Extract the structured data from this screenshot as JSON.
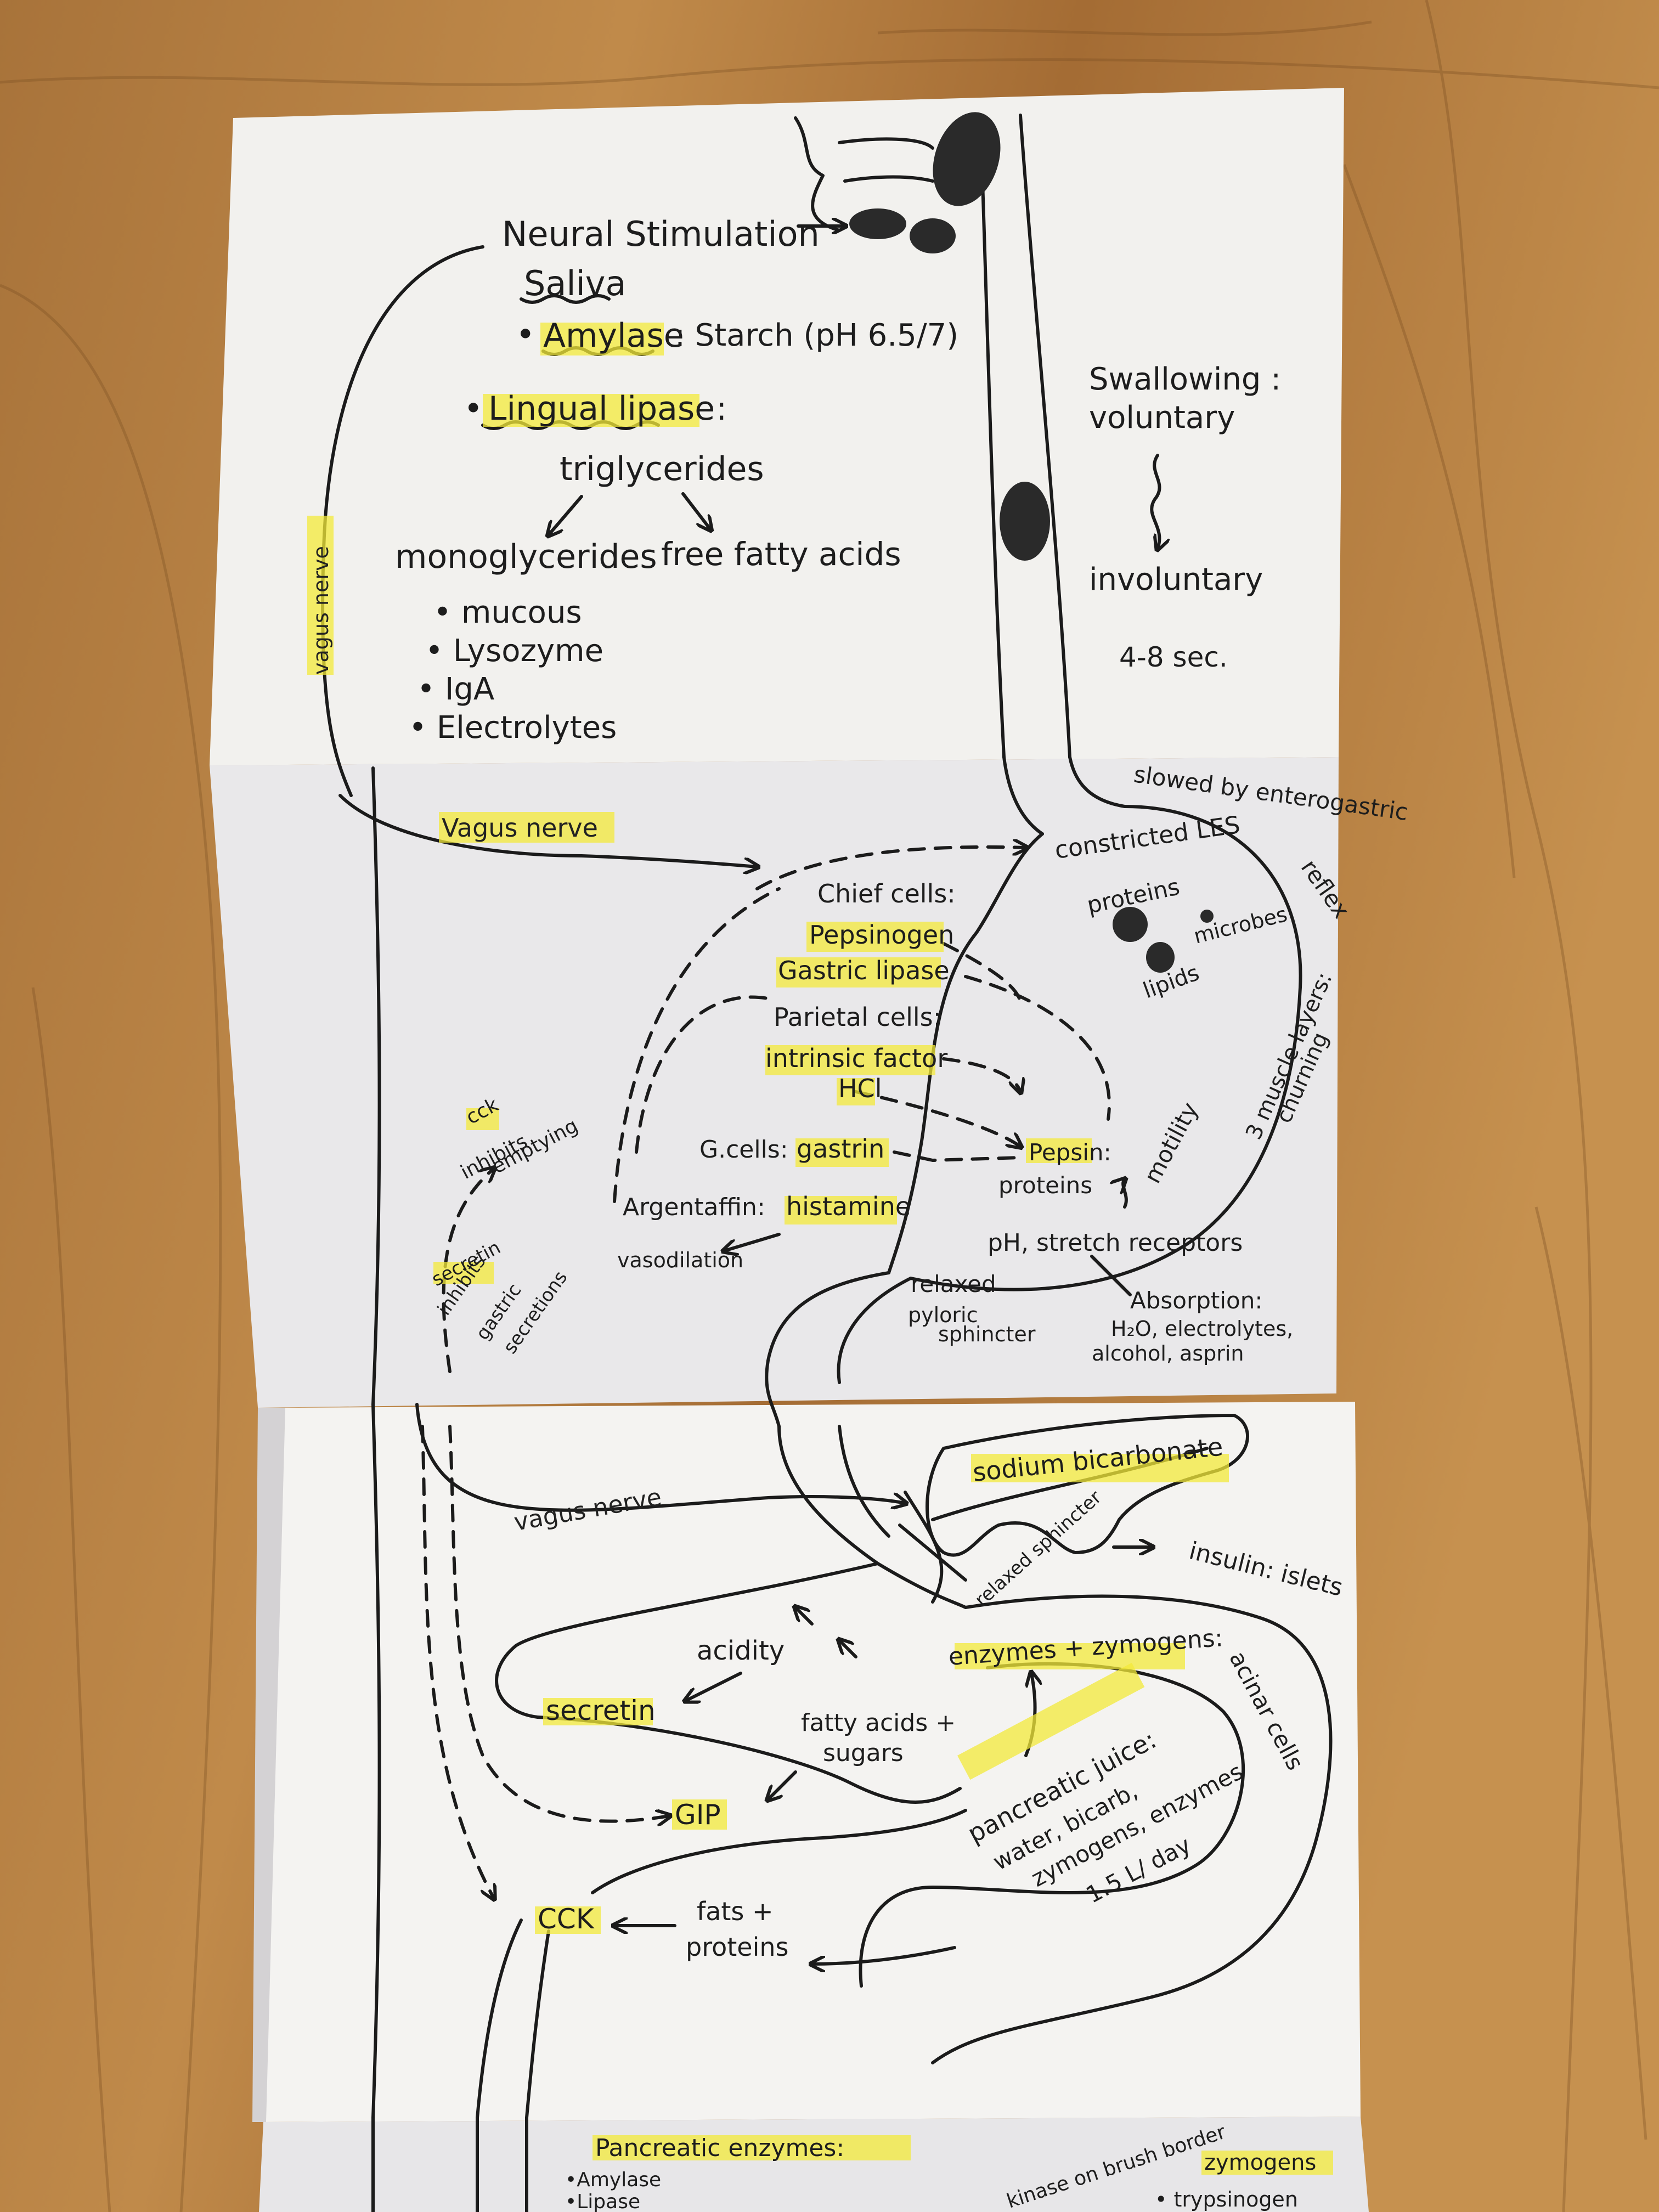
{
  "panel1": {
    "neural_stimulation": "Neural Stimulation",
    "saliva": "Saliva",
    "amylase": "Amylase",
    "amylase_desc": ": Starch (pH 6.5/7)",
    "lingual_lipase": "Lingual lipase",
    "lingual_colon": ":",
    "triglycerides": "triglycerides",
    "monoglycerides": "monoglycerides",
    "free_fatty_acids": "free fatty acids",
    "list": [
      "mucous",
      "Lysozyme",
      "IgA",
      "Electrolytes"
    ],
    "vagus": "vagus nerve",
    "swallowing": "Swallowing :",
    "voluntary": "voluntary",
    "involuntary": "involuntary",
    "duration": "4-8 sec."
  },
  "panel2": {
    "vagus": "Vagus nerve",
    "slowed_a": "slowed by enterogastric",
    "slowed_b": "reflex",
    "constricted": "constricted LES",
    "chief": "Chief cells:",
    "pepsinogen": "Pepsinogen",
    "gastric_lipase": "Gastric lipase",
    "parietal": "Parietal cells:",
    "intrinsic": "intrinsic factor",
    "hcl": "HCl",
    "gcells": "G.cells:",
    "gastrin": "gastrin",
    "argentaffin": "Argentaffin:",
    "histamine": "histamine",
    "vasodilation": "vasodilation",
    "proteins_top": "proteins",
    "microbes": "microbes",
    "lipids": "lipids",
    "pepsin": "Pepsin:",
    "pepsin_proteins": "proteins",
    "motility": "motility",
    "muscle_a": "3 muscle layers:",
    "muscle_b": "churning",
    "ph_receptors": "pH, stretch receptors",
    "relaxed": "relaxed",
    "pyloric_a": "pyloric",
    "pyloric_b": "sphincter",
    "absorption": "Absorption:",
    "absorption_b": "H₂O, electrolytes,",
    "absorption_c": "alcohol, asprin",
    "cck": "cck",
    "cck_inhibits": "inhibits",
    "cck_emptying": "emptying",
    "secretin": "secretin",
    "secretin_inhibits": "inhibits",
    "gastric": "gastric",
    "secretions": "secretions"
  },
  "panel3": {
    "sodium_bicarb": "sodium bicarbonate",
    "vagus": "vagus nerve",
    "relaxed_sphincter": "relaxed sphincter",
    "insulin": "insulin: islets",
    "acidity": "acidity",
    "enzymes": "enzymes + zymogens:",
    "acinar": "acinar cells",
    "secretin": "secretin",
    "fatty_acids": "fatty acids +",
    "sugars": "sugars",
    "gip": "GIP",
    "pancreatic_juice": "pancreatic juice:",
    "pj_b": "water, bicarb,",
    "pj_c": "zymogens, enzymes",
    "pj_d": "1.5 L/ day",
    "cck": "CCK",
    "fats": "fats +",
    "proteins": "proteins"
  },
  "panel4": {
    "pancreatic_enzymes": "Pancreatic enzymes:",
    "amylase": "•Amylase",
    "lipase": "•Lipase",
    "kinase": "kinase on brush border",
    "zymogens": "zymogens",
    "trypsinogen": "• trypsinogen"
  }
}
